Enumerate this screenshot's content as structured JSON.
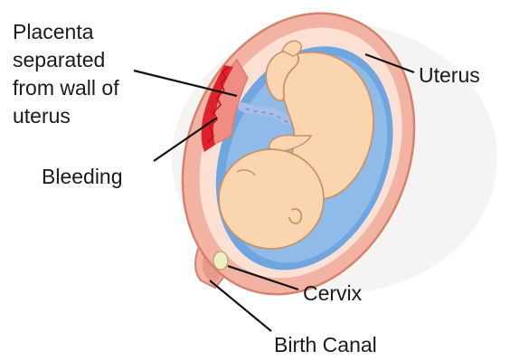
{
  "labels": {
    "placenta": [
      "Placenta",
      "separated",
      "from wall of",
      "uterus"
    ],
    "bleeding": "Bleeding",
    "uterus": "Uterus",
    "cervix": "Cervix",
    "birth_canal": "Birth Canal"
  },
  "colors": {
    "uterus_wall": "#f3b3a3",
    "uterus_wall_edge": "#d8806c",
    "uterus_inner": "#fde0d4",
    "amniotic_fluid": "#6fa6e0",
    "fetus_skin": "#fbd5ae",
    "fetus_outline": "#c9926a",
    "umbilical_cord": "#a8bde8",
    "placenta": "#f08c82",
    "bleeding": "#e0202a",
    "leader_line": "#111111",
    "text": "#1a1a1a"
  }
}
